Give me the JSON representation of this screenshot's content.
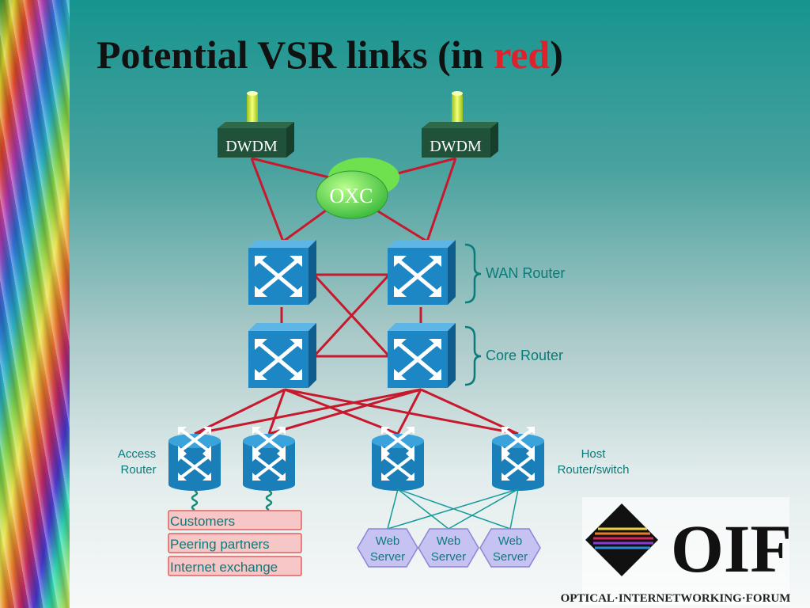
{
  "title": {
    "prefix": "Potential VSR links (in ",
    "highlight": "red",
    "suffix": ")"
  },
  "colors": {
    "accent_red": "#e0202a",
    "link_red": "#c8182c",
    "label_teal": "#0a7a7a",
    "router_blue": "#1d86c4"
  },
  "nodes": {
    "dwdm_left": "DWDM",
    "dwdm_right": "DWDM",
    "oxc": "OXC"
  },
  "labels": {
    "wan_router": "WAN Router",
    "core_router": "Core Router",
    "access_router_line1": "Access",
    "access_router_line2": "Router",
    "host_router_line1": "Host",
    "host_router_line2": "Router/switch"
  },
  "customer_boxes": [
    "Customers",
    "Peering partners",
    "Internet exchange"
  ],
  "web_servers": [
    {
      "line1": "Web",
      "line2": "Server"
    },
    {
      "line1": "Web",
      "line2": "Server"
    },
    {
      "line1": "Web",
      "line2": "Server"
    }
  ],
  "logo": {
    "text": "OIF",
    "caption": "OPTICAL·INTERNETWORKING·FORUM"
  }
}
